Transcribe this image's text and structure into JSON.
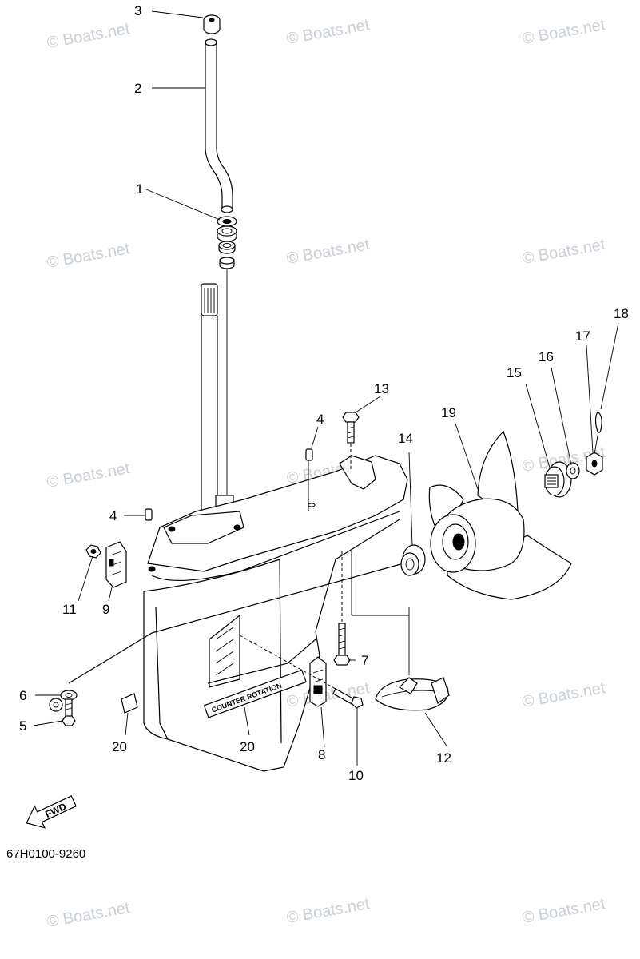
{
  "watermark": "© Boats.net",
  "callouts": [
    "1",
    "2",
    "3",
    "4",
    "4",
    "5",
    "6",
    "7",
    "8",
    "9",
    "10",
    "11",
    "12",
    "13",
    "14",
    "15",
    "16",
    "17",
    "18",
    "19",
    "20",
    "20"
  ],
  "decal_text": "COUNTER ROTATION",
  "fwd_label": "FWD",
  "diagram_code": "67H0100-9260"
}
